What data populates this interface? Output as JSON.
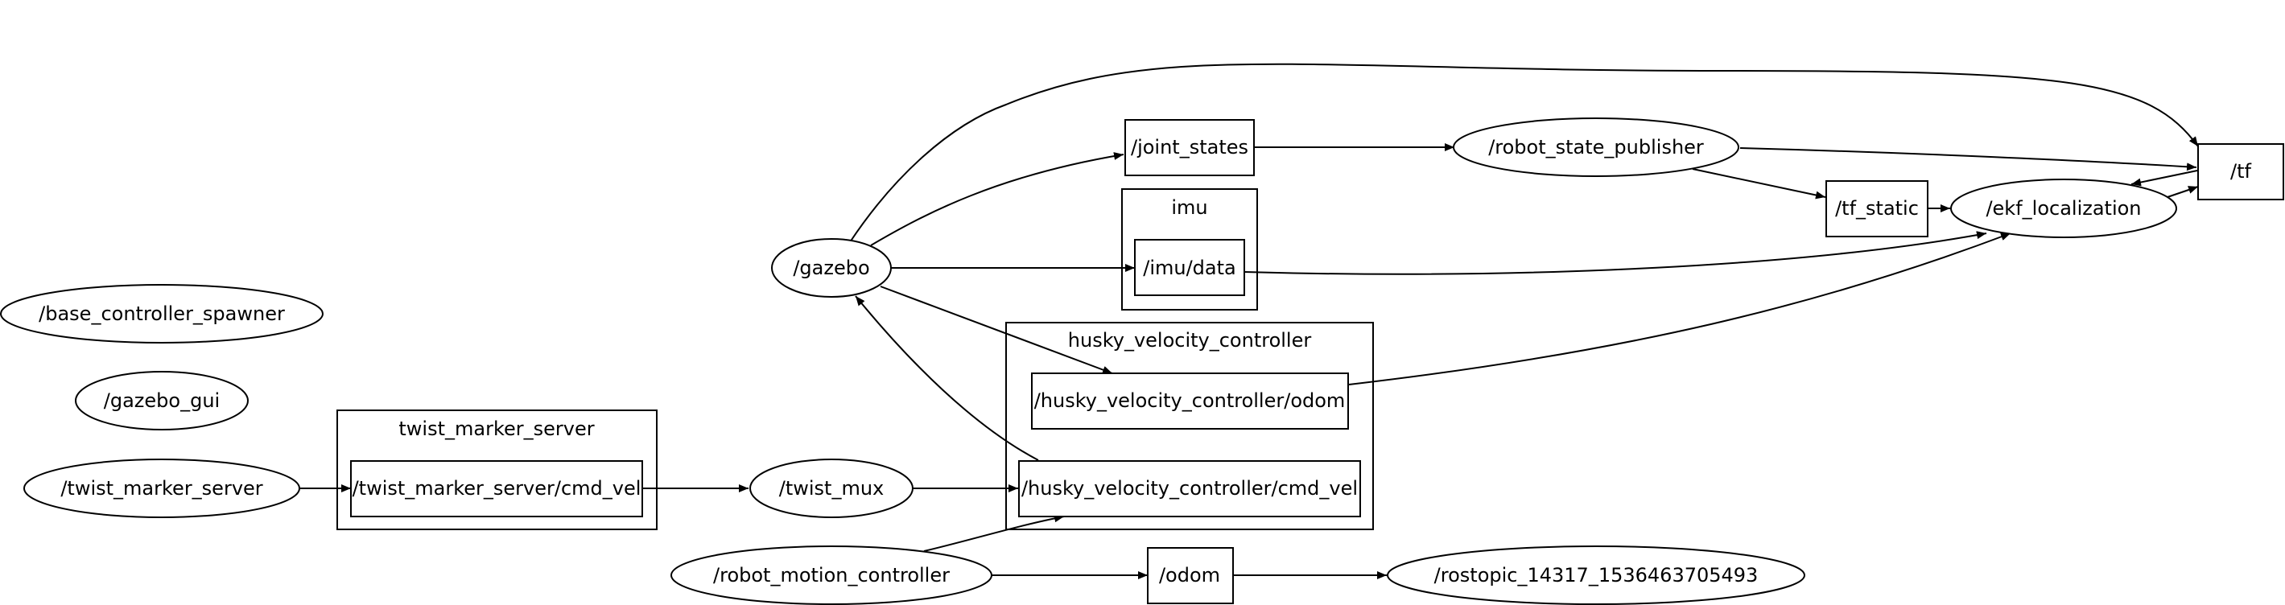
{
  "graph": {
    "clusters": {
      "imu": "imu",
      "husky_velocity_controller": "husky_velocity_controller",
      "twist_marker_server": "twist_marker_server"
    },
    "nodes": {
      "base_controller_spawner": "/base_controller_spawner",
      "gazebo_gui": "/gazebo_gui",
      "twist_marker_server": "/twist_marker_server",
      "twist_marker_server_cmd_vel": "/twist_marker_server/cmd_vel",
      "twist_mux": "/twist_mux",
      "robot_motion_controller": "/robot_motion_controller",
      "gazebo": "/gazebo",
      "joint_states": "/joint_states",
      "imu_data": "/imu/data",
      "husky_odom": "/husky_velocity_controller/odom",
      "husky_cmd_vel": "/husky_velocity_controller/cmd_vel",
      "odom": "/odom",
      "robot_state_publisher": "/robot_state_publisher",
      "rostopic": "/rostopic_14317_1536463705493",
      "tf_static": "/tf_static",
      "ekf_localization": "/ekf_localization",
      "tf": "/tf"
    },
    "edges": [
      [
        "twist_marker_server",
        "twist_marker_server_cmd_vel"
      ],
      [
        "twist_marker_server_cmd_vel",
        "twist_mux"
      ],
      [
        "twist_mux",
        "husky_cmd_vel"
      ],
      [
        "robot_motion_controller",
        "husky_cmd_vel"
      ],
      [
        "robot_motion_controller",
        "odom"
      ],
      [
        "odom",
        "rostopic"
      ],
      [
        "husky_cmd_vel",
        "gazebo"
      ],
      [
        "gazebo",
        "joint_states"
      ],
      [
        "gazebo",
        "imu_data"
      ],
      [
        "gazebo",
        "husky_odom"
      ],
      [
        "gazebo",
        "tf"
      ],
      [
        "joint_states",
        "robot_state_publisher"
      ],
      [
        "robot_state_publisher",
        "tf_static"
      ],
      [
        "robot_state_publisher",
        "tf"
      ],
      [
        "tf_static",
        "ekf_localization"
      ],
      [
        "imu_data",
        "ekf_localization"
      ],
      [
        "husky_odom",
        "ekf_localization"
      ],
      [
        "ekf_localization",
        "tf"
      ],
      [
        "tf",
        "ekf_localization"
      ]
    ]
  }
}
